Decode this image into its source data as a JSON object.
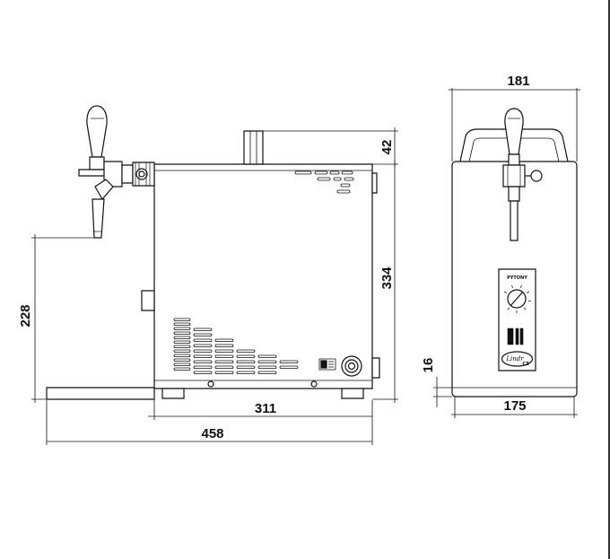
{
  "dimensions": {
    "overall_length": "458",
    "body_length": "311",
    "tap_height": "228",
    "body_height": "334",
    "top_fitting": "42",
    "front_top_width": "181",
    "front_base_width": "175",
    "foot_height": "16"
  },
  "front_panel": {
    "label": "PYTONY",
    "logo": "Lindr",
    "logo_suffix": "CZ"
  },
  "colors": {
    "line": "#111111",
    "fill": "#ffffff",
    "edge": "#333333"
  }
}
